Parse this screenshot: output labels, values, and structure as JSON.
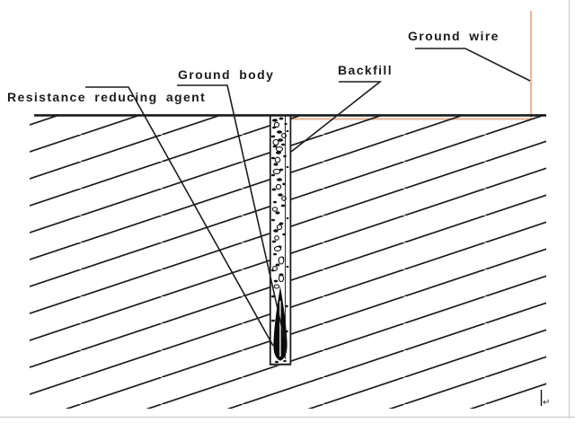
{
  "diagram": {
    "labels": {
      "ground_wire": "Ground wire",
      "ground_body": "Ground body",
      "backfill": "Backfill",
      "resistance_reducing_agent": "Resistance reducing agent"
    },
    "colors": {
      "line": "#1c1c1c",
      "wire": "#ecb896",
      "canvas_border": "#d2d2d2"
    },
    "editor": {
      "paragraph_mark": "↵"
    }
  }
}
